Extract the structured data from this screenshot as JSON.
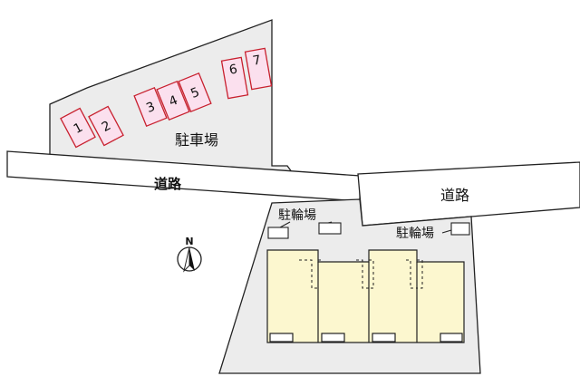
{
  "map": {
    "colors": {
      "lot": "#ececec",
      "outline": "#222222",
      "space_fill": "#fbe0ee",
      "space_border": "#c8202e",
      "building": "#fcf7cf",
      "road": "#ffffff"
    },
    "labels": {
      "parking": "駐車場",
      "road_left": "道路",
      "road_right": "道路",
      "bike_left": "駐輪場",
      "bike_right": "駐輪場"
    },
    "parking_spaces": [
      "1",
      "2",
      "3",
      "4",
      "5",
      "6",
      "7"
    ],
    "compass": {
      "letter": "N",
      "icon": "north-arrow-icon"
    }
  }
}
